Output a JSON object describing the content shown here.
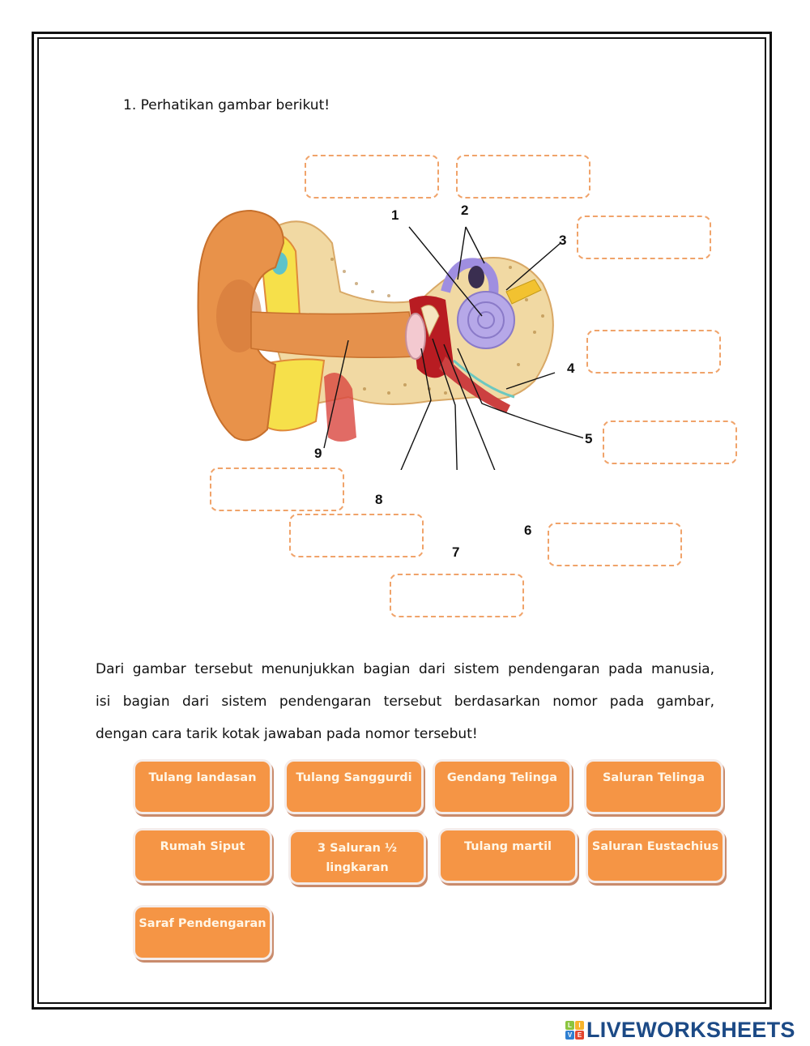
{
  "question": {
    "number": "1.",
    "title": "1. Perhatikan gambar berikut!"
  },
  "figure": {
    "subject": "ear-anatomy-diagram",
    "labels": [
      "1",
      "2",
      "3",
      "4",
      "5",
      "6",
      "7",
      "8",
      "9"
    ]
  },
  "drop_zones": [
    {
      "id": "top-left",
      "for": "1"
    },
    {
      "id": "top-right",
      "for": "2"
    },
    {
      "id": "right-3",
      "for": "3"
    },
    {
      "id": "right-4",
      "for": "4"
    },
    {
      "id": "right-5",
      "for": "5"
    },
    {
      "id": "bottom-6",
      "for": "6"
    },
    {
      "id": "bottom-7",
      "for": "7"
    },
    {
      "id": "bottom-8",
      "for": "8"
    },
    {
      "id": "bottom-9",
      "for": "9"
    }
  ],
  "instructions": {
    "line1": "Dari gambar tersebut menunjukkan bagian dari sistem pendengaran pada manusia,",
    "line2": "isi bagian dari sistem pendengaran tersebut berdasarkan nomor pada gambar,",
    "line3": "dengan cara tarik kotak jawaban pada nomor tersebut!"
  },
  "answers": [
    {
      "label": "Tulang landasan"
    },
    {
      "label": "Tulang Sanggurdi"
    },
    {
      "label": "Gendang Telinga"
    },
    {
      "label": "Saluran Telinga"
    },
    {
      "label": "Rumah Siput"
    },
    {
      "label": "3 Saluran ½ lingkaran"
    },
    {
      "label": "Tulang martil"
    },
    {
      "label": "Saluran Eustachius"
    },
    {
      "label": "Saraf Pendengaran"
    }
  ],
  "colors": {
    "chip_bg": "#f59545",
    "dash_border": "#f0a36a",
    "logo_blue": "#1c4a86"
  },
  "footer": {
    "logo_tiles": [
      "L",
      "I",
      "V",
      "E"
    ],
    "logo_text": "LIVEWORKSHEETS"
  }
}
